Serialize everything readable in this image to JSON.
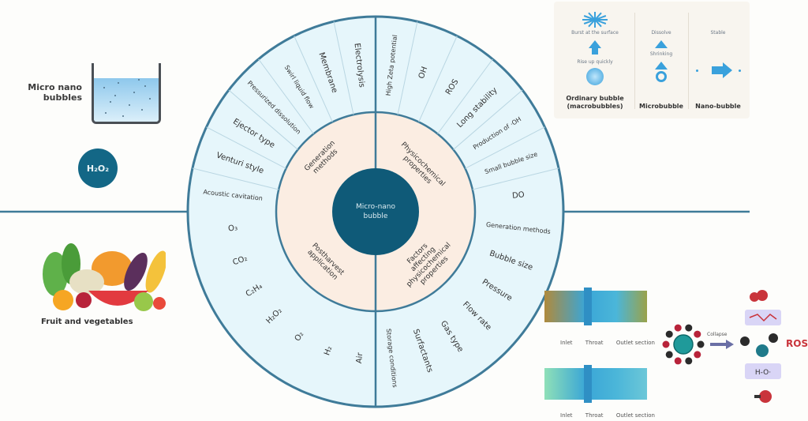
{
  "diagram": {
    "title": "Micro-nano bubble",
    "colors": {
      "outer_ring": "#e6f6fb",
      "inner_ring": "#fbede2",
      "core": "#0f5a78",
      "stroke": "#3f7b99",
      "badge": "#136786",
      "accent_blue": "#3aa1dc",
      "ros_red": "#c9343b"
    },
    "center_label": "Micro-nano bubble",
    "inner_ring": [
      {
        "quadrant": "top-left",
        "label": "Generation methods"
      },
      {
        "quadrant": "top-right",
        "label": "Physicochemical properties"
      },
      {
        "quadrant": "bottom-left",
        "label": "Postharvest application"
      },
      {
        "quadrant": "bottom-right",
        "label": "Factors affecting physicochemical properties"
      }
    ],
    "outer_ring": {
      "top_left": [
        "Acoustic cavitation",
        "Venturi style",
        "Ejector type",
        "Pressurized dissolution",
        "Swirl liquid flow",
        "Membrane",
        "Electrolysis"
      ],
      "top_right": [
        "High Zeta potential",
        "OH",
        "ROS",
        "Long stability",
        "Production of ·OH",
        "Small bubble size",
        "DO"
      ],
      "bottom_left": [
        "O₃",
        "CO₂",
        "C₂H₄",
        "H₂O₂",
        "O₂",
        "H₂",
        "Air"
      ],
      "bottom_right": [
        "Storage conditions",
        "Surfactants",
        "Gas type",
        "Flow rate",
        "Pressure",
        "Bubble size",
        "Generation methods"
      ]
    }
  },
  "left_panel": {
    "bubbles_label": "Micro nano bubbles",
    "h2o2_badge": "H₂O₂",
    "produce_label": "Fruit and vegetables"
  },
  "legend": {
    "columns": [
      {
        "title": "Ordinary bubble (macrobubbles)",
        "steps": [
          "Burst at the surface",
          "Rise up quickly"
        ]
      },
      {
        "title": "Microbubble",
        "steps": [
          "Dissolve",
          "Shrinking"
        ]
      },
      {
        "title": "Nano-bubble",
        "steps": [
          "Stable"
        ]
      }
    ]
  },
  "mechanism": {
    "nozzle_top_labels": [
      "Inlet",
      "Throat",
      "Outlet section"
    ],
    "nozzle_bottom_labels": [
      "Inlet",
      "Throat",
      "Outlet section"
    ],
    "arrow_label": "Collapse",
    "ros_label": "ROS"
  }
}
